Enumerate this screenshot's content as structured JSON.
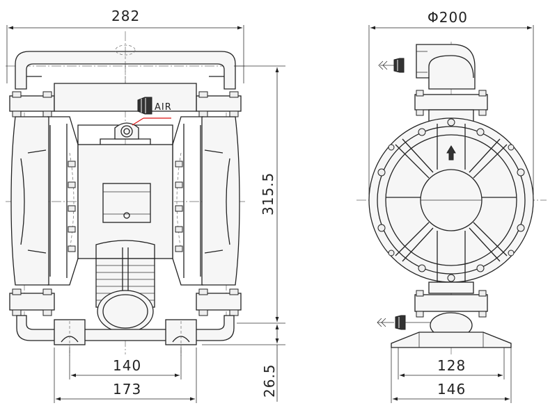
{
  "front_view": {
    "dimensions": {
      "overall_width": "282",
      "height": "315.5",
      "base_height": "26.5",
      "mount_inner": "140",
      "mount_outer": "173"
    },
    "air_label": "AIR"
  },
  "side_view": {
    "dimensions": {
      "diameter": "Φ200",
      "mount_inner": "128",
      "mount_outer": "146"
    }
  }
}
